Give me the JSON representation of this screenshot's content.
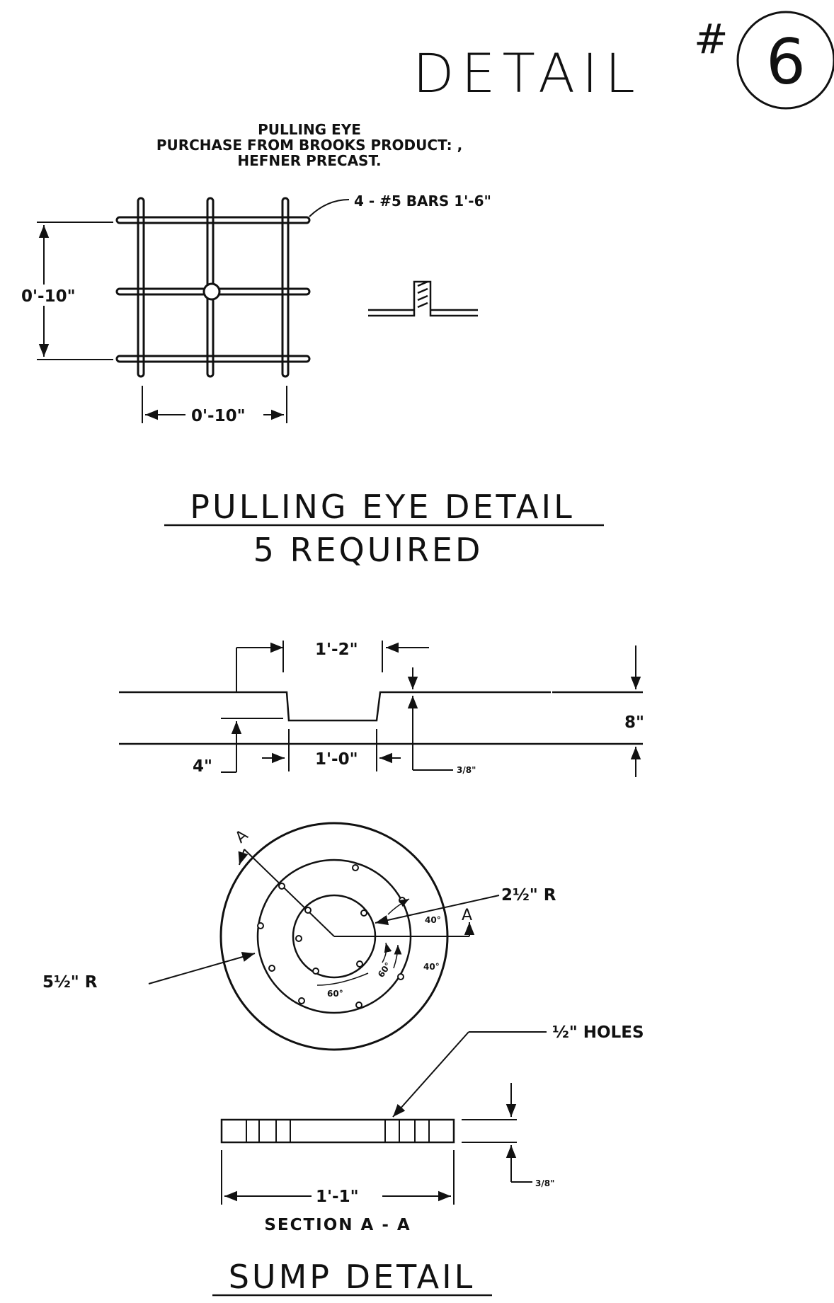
{
  "drawing": {
    "title": "DETAIL",
    "number_mark": "#",
    "number": "6"
  },
  "pulling_eye": {
    "note_line1": "PULLING EYE",
    "note_line2": "PURCHASE FROM BROOKS PRODUCT: ,",
    "note_line3": "HEFNER PRECAST.",
    "bars_callout": "4 - #5 BARS 1'-6\"",
    "height_dim": "0'-10\"",
    "width_dim": "0'-10\"",
    "caption_title": "PULLING EYE DETAIL",
    "caption_sub": "5 REQUIRED"
  },
  "sump_profile": {
    "top_width": "1'-2\"",
    "bottom_width": "1'-0\"",
    "depth": "4\"",
    "thickness": "8\"",
    "lip": "3/8\""
  },
  "sump_plan": {
    "section_mark": "A",
    "inner_radius": "2½\" R",
    "outer_radius": "5½\" R",
    "angle_40a": "40°",
    "angle_40b": "40°",
    "angle_60a": "60°",
    "angle_60b": "60°"
  },
  "sump_section": {
    "holes": "½\" HOLES",
    "thickness": "3/8\"",
    "width": "1'-1\"",
    "label": "SECTION A - A"
  },
  "sump_caption": "SUMP DETAIL"
}
